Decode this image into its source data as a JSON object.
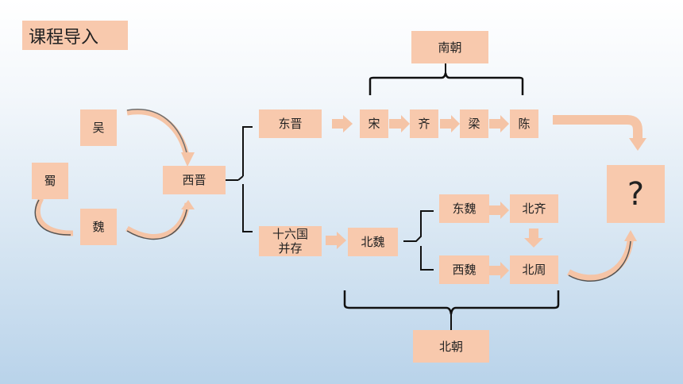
{
  "title": "课程导入",
  "nodes": {
    "wu": "吴",
    "shu": "蜀",
    "wei": "魏",
    "xijin": "西晋",
    "dongjin": "东晋",
    "song": "宋",
    "qi": "齐",
    "liang": "梁",
    "chen": "陈",
    "nanchao": "南朝",
    "shiliuguo_line1": "十六国",
    "shiliuguo_line2": "并存",
    "beiwei": "北魏",
    "dongwei": "东魏",
    "xiwei": "西魏",
    "beiqi": "北齐",
    "beizhou": "北周",
    "beichao": "北朝",
    "question": "?"
  },
  "colors": {
    "box": "#f8c9ad",
    "arrow": "#f5c4a6",
    "bracket": "#111111"
  }
}
